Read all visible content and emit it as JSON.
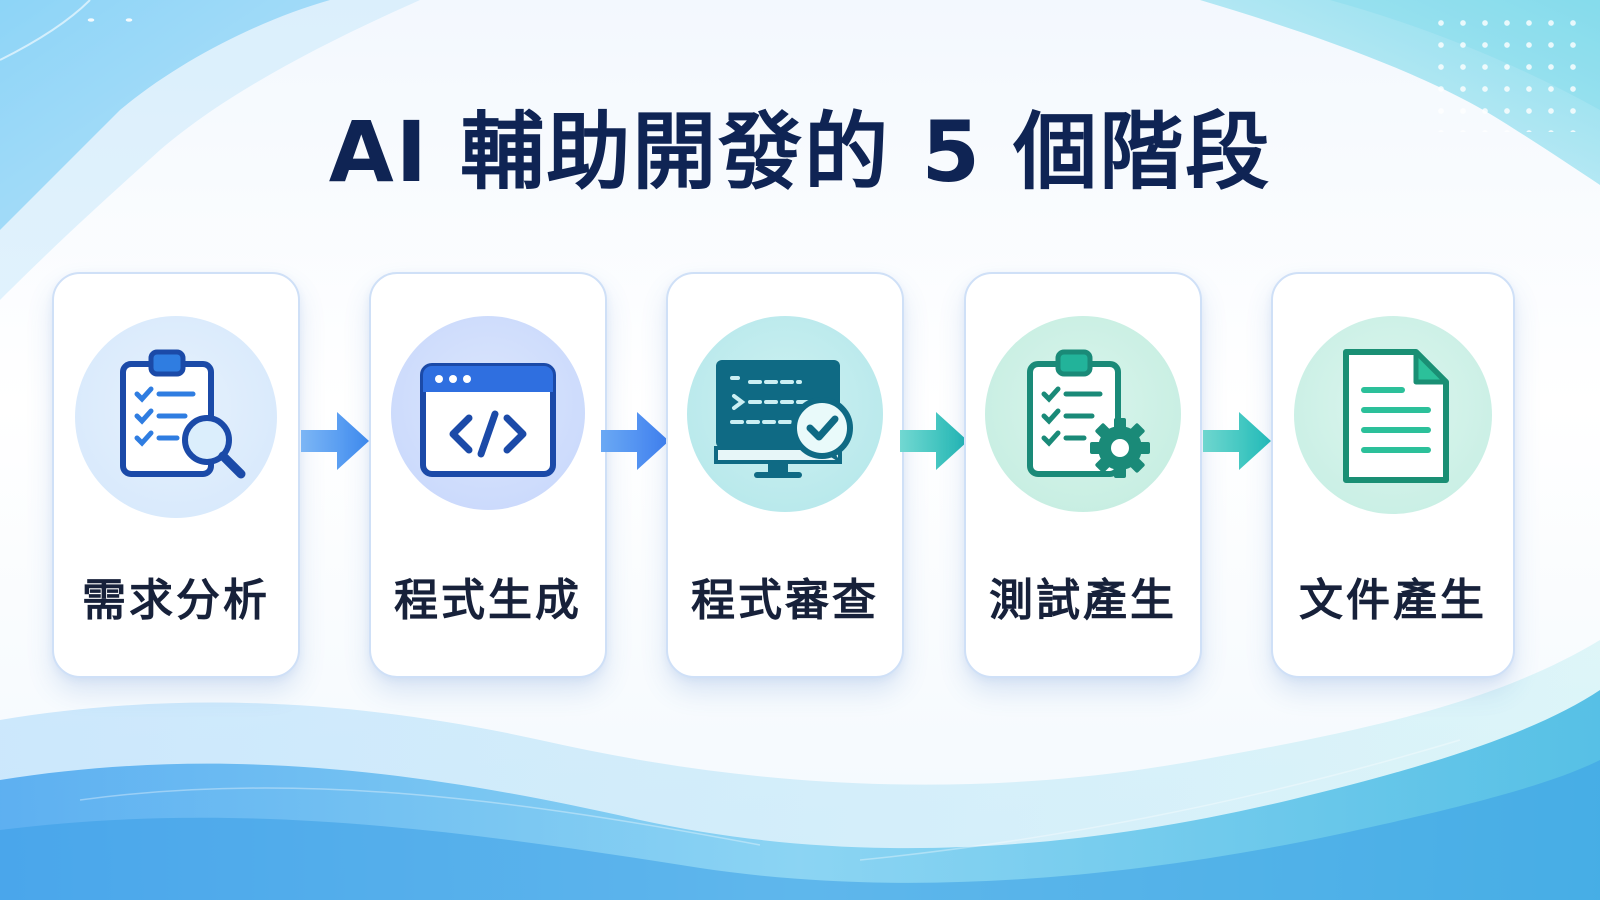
{
  "title": "AI 輔助開發的 5 個階段",
  "stages": [
    {
      "label": "需求分析",
      "icon": "clipboard-search-icon",
      "color": "#1b4aa8",
      "accent": "#2f7de1"
    },
    {
      "label": "程式生成",
      "icon": "code-window-icon",
      "color": "#1b4aa8",
      "accent": "#2f7de1"
    },
    {
      "label": "程式審查",
      "icon": "code-review-monitor-icon",
      "color": "#0e6a84",
      "accent": "#1aa5b8"
    },
    {
      "label": "測試產生",
      "icon": "clipboard-gear-icon",
      "color": "#1a8a78",
      "accent": "#22b39a"
    },
    {
      "label": "文件產生",
      "icon": "document-icon",
      "color": "#1a8f74",
      "accent": "#2cc09a"
    }
  ],
  "colors": {
    "title": "#0f2454",
    "arrow_blue": "#3f8bef",
    "arrow_teal": "#22bdb8"
  }
}
